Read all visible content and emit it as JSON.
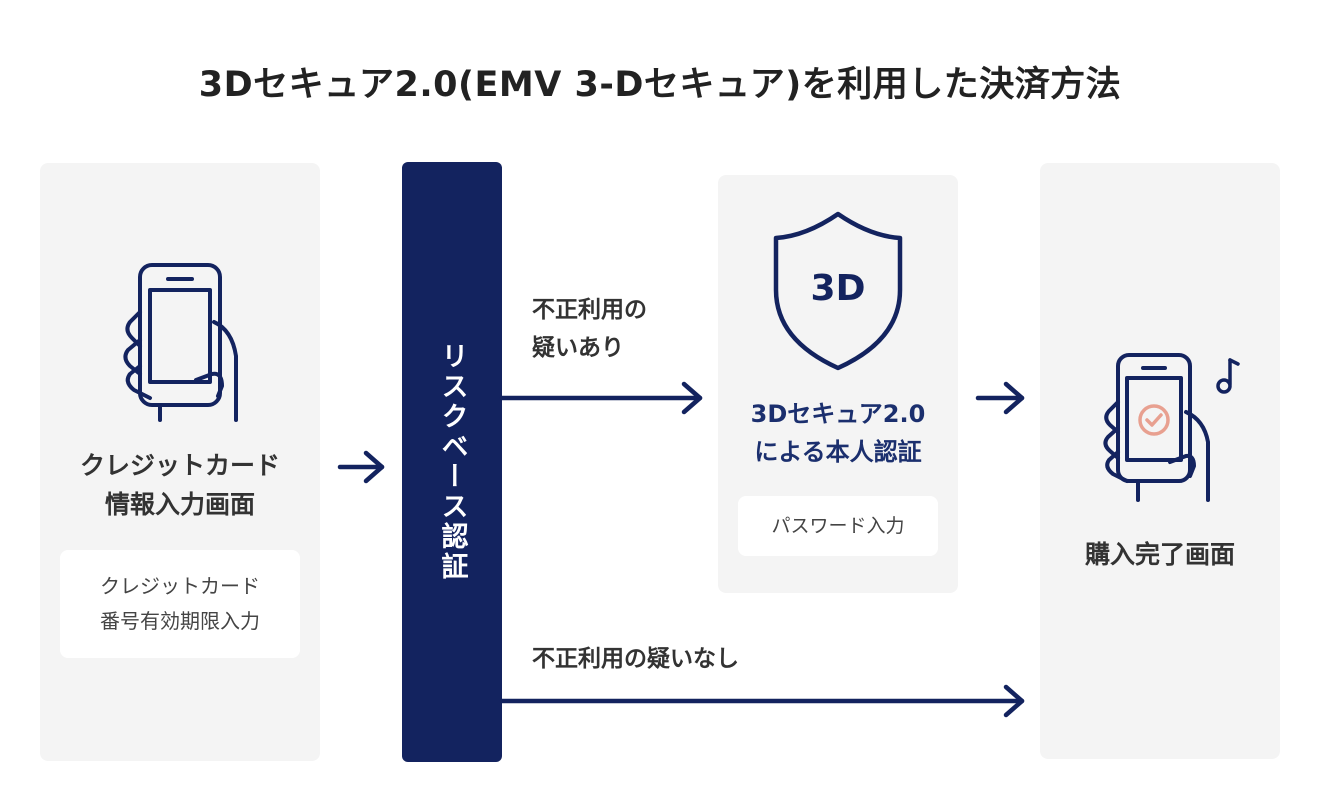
{
  "title": "3Dセキュア2.0(EMV 3-Dセキュア)を利用した決済方法",
  "card_input": {
    "label_line1": "クレジットカード",
    "label_line2": "情報入力画面",
    "sub_line1": "クレジットカード",
    "sub_line2": "番号有効期限入力",
    "icon": "phone-in-hand-icon"
  },
  "risk": {
    "label": "リスクベース認証"
  },
  "fraud_suspected": {
    "line1": "不正利用の",
    "line2": "疑いあり"
  },
  "no_fraud": {
    "label": "不正利用の疑いなし"
  },
  "secure": {
    "badge": "3D",
    "line1": "3Dセキュア2.0",
    "line2": "による本人認証",
    "sub": "パスワード入力",
    "icon": "shield-icon"
  },
  "complete": {
    "label": "購入完了画面",
    "icon": "phone-check-icon"
  },
  "colors": {
    "navy": "#13235f",
    "accent": "#e8a090",
    "panel": "#f4f4f4"
  }
}
